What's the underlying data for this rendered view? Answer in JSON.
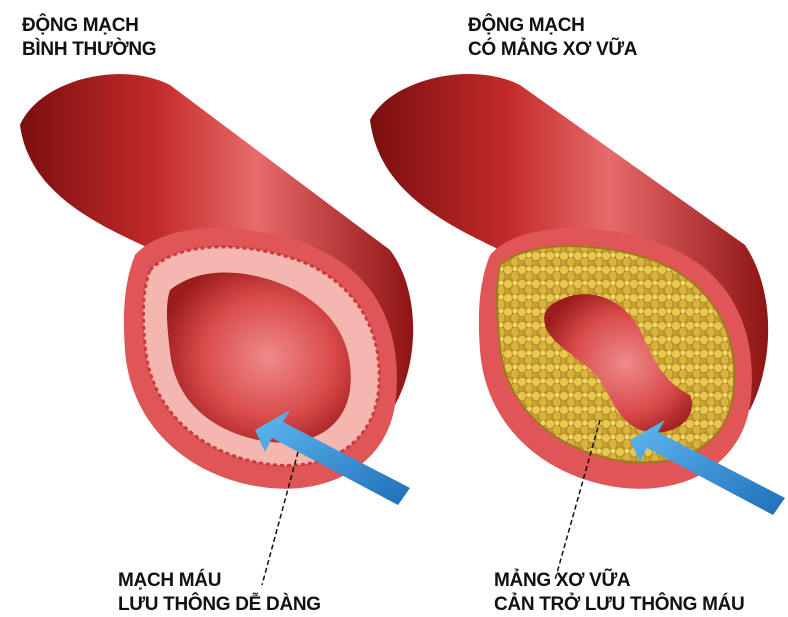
{
  "titles": {
    "left": {
      "line1": "ĐỘNG MẠCH",
      "line2": "BÌNH THƯỜNG"
    },
    "right": {
      "line1": "ĐỘNG MẠCH",
      "line2": "CÓ MẢNG XƠ VỮA"
    }
  },
  "captions": {
    "left": {
      "line1": "MẠCH MÁU",
      "line2": "LƯU THÔNG DỄ DÀNG"
    },
    "right": {
      "line1": "MẢNG XƠ VỮA",
      "line2": "CẢN TRỞ LƯU THÔNG MÁU"
    }
  },
  "colors": {
    "artery_dark": "#8e1414",
    "artery_mid": "#c42a2a",
    "artery_light": "#e86a6a",
    "wall_pink": "#f4b7b0",
    "lumen": "#d94a4a",
    "plaque": "#d6b23a",
    "arrow": "#2e8fd6"
  },
  "icons": {
    "flow_arrow": "arrow-right-icon"
  }
}
